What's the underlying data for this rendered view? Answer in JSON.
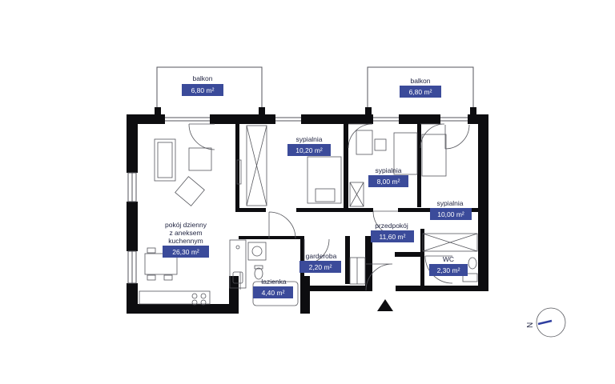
{
  "colors": {
    "wall": "#0d0d10",
    "thin_line": "#55565c",
    "badge": "#3b4b9a",
    "badge_text": "#ffffff",
    "label_text": "#1f2340",
    "compass_needle": "#2f3fa0",
    "entrance_marker": "#0d0d10"
  },
  "rooms": {
    "balkon_left": {
      "name": "balkon",
      "area": "6,80 m²"
    },
    "balkon_right": {
      "name": "balkon",
      "area": "6,80 m²"
    },
    "sypialnia_1": {
      "name": "sypialnia",
      "area": "10,20 m²"
    },
    "sypialnia_2": {
      "name": "sypialnia",
      "area": "8,00 m²"
    },
    "sypialnia_3": {
      "name": "sypialnia",
      "area": "10,00 m²"
    },
    "pokoj_dzienny": {
      "name_lines": [
        "pokój dzienny",
        "z aneksem",
        "kuchennym"
      ],
      "area": "26,30 m²"
    },
    "przedpokoj": {
      "name": "przedpokój",
      "area": "11,60 m²"
    },
    "garderoba": {
      "name": "garderoba",
      "area": "2,20 m²"
    },
    "lazienka": {
      "name": "łazienka",
      "area": "4,40 m²"
    },
    "wc": {
      "name": "WC",
      "area": "2,30 m²"
    }
  },
  "compass": {
    "label": "N",
    "icon": "compass-icon"
  },
  "entrance": {
    "icon": "entrance-arrow-icon"
  }
}
